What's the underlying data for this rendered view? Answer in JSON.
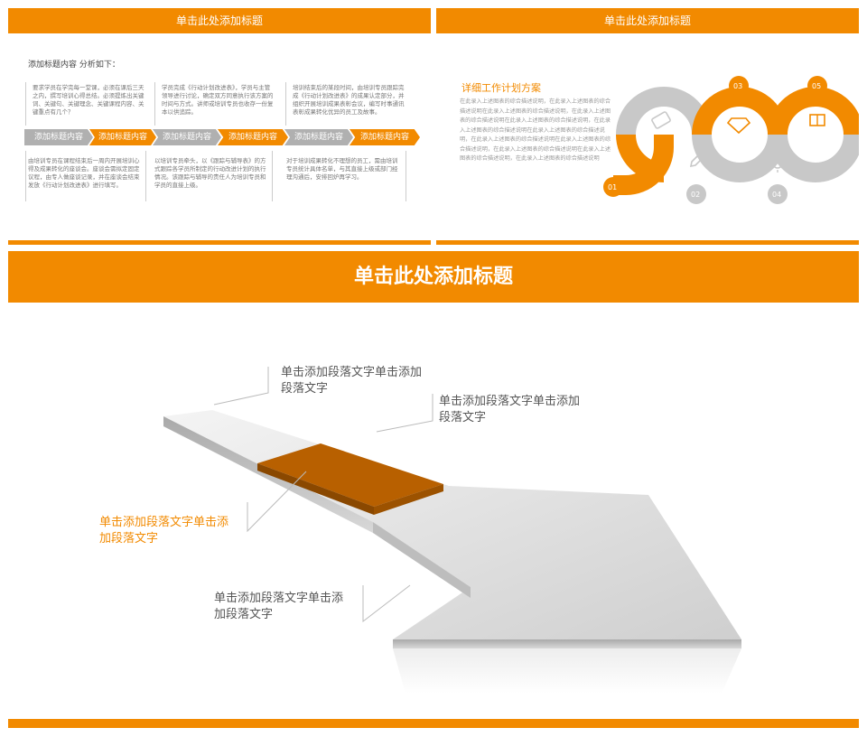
{
  "slide1": {
    "title": "单击此处添加标题",
    "heading": "添加标题内容 分析如下：",
    "upper_texts": [
      "要求学员在学完每一堂课，必须在课后三天之内，撰写培训心得总结。必须提炼出关键词、关键句、关键理念、关键课程内容、关键重点有几个？",
      "学员完成《行动计划改进表》，学员与主管领导进行讨论，确定双方同意执行该方案的时间与方式。讲师或培训专员也收存一份复本以供追踪。",
      "培训结束后的某段时间，由培训专员跟踪完成《行动计划改进表》的成果认定部分，并组织开展培训成果表彰会议，编写时事通讯表彰成果转化优异的员工及故事。"
    ],
    "chevrons": [
      "添加标题内容",
      "添加标题内容",
      "添加标题内容",
      "添加标题内容",
      "添加标题内容",
      "添加标题内容"
    ],
    "lower_texts": [
      "由培训专员在课程结束后一周内开展培训心得及成果转化的座谈会。座谈会需拟定固定议程，由专人做座谈记录，并在座谈会结束发放《行动计划改进表》进行填写。",
      "以培训专员牵头，以《跟踪与辅导表》的方式跟踪各学员所制定的行动改进计划的执行情况。该跟踪与辅导的责任人为培训专员和学员的直接上级。",
      "对于培训成果转化不理想的员工，需由培训专员统计具体名单，与其直接上级或部门经理沟通后，安排回炉再学习。"
    ]
  },
  "slide2": {
    "title": "单击此处添加标题",
    "plan_title": "详细工作计划方案",
    "plan_body": "在此录入上述图表的综合描述说明，在此录入上述图表的综合描述说明在此录入上述图表的综合描述说明，在此录入上述图表的综合描述说明在此录入上述图表的综合描述说明，在此录入上述图表的综合描述说明在此录入上述图表的综合描述说明，在此录入上述图表的综合描述说明在此录入上述图表的综合描述说明，在此录入上述图表的综合描述说明在此录入上述图表的综合描述说明，在此录入上述图表的综合描述说明",
    "numbers": [
      "01",
      "02",
      "03",
      "04",
      "05"
    ],
    "icons": [
      "money-icon",
      "pencil-icon",
      "diamond-icon",
      "sun-icon",
      "book-icon"
    ],
    "accent": "#f28a00",
    "gray": "#c8c8c8"
  },
  "slide3": {
    "title": "单击此处添加标题",
    "paragraphs": [
      "单击添加段落文字单击添加段落文字",
      "单击添加段落文字单击添加段落文字",
      "单击添加段落文字单击添加段落文字",
      "单击添加段落文字单击添加段落文字"
    ],
    "highlight_color": "#b86000"
  }
}
